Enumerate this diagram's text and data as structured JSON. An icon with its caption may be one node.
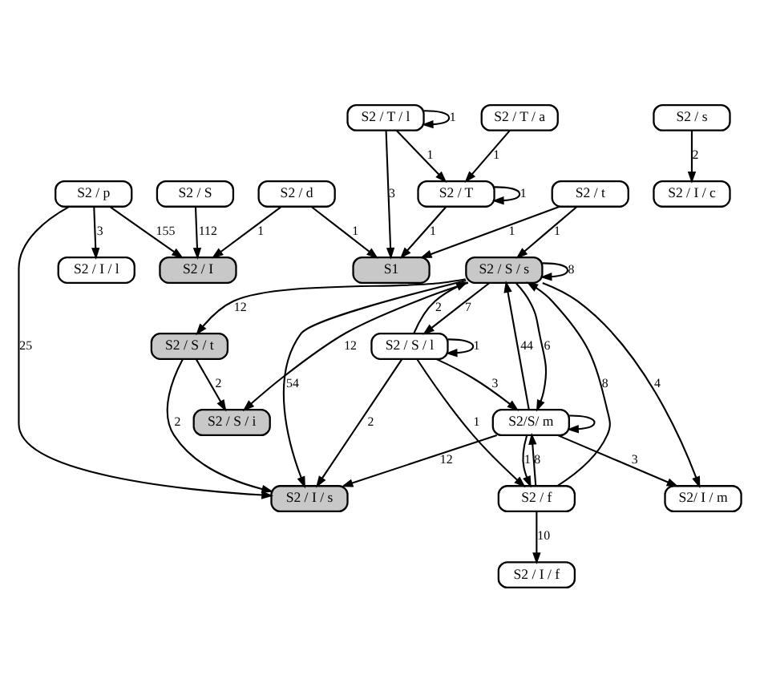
{
  "diagram": {
    "nodes": [
      {
        "text": [
          "S2 / p"
        ]
      },
      {
        "text": [
          "S2 / T / l"
        ]
      },
      {
        "text": [
          "S1"
        ]
      },
      {
        "text": [
          "S2 / T"
        ]
      },
      {
        "text": [
          "S2 / d"
        ]
      },
      {
        "text": [
          "S2 / I"
        ]
      },
      {
        "text": [
          "S2 / T / a"
        ]
      },
      {
        "text": [
          "S2 / t"
        ]
      },
      {
        "text": [
          "S2 / S / s"
        ]
      },
      {
        "text": [
          "S2 / S / i"
        ]
      },
      {
        "text": [
          "S2 / S / t"
        ]
      },
      {
        "text": [
          "S2 / I / s"
        ]
      },
      {
        "text": [
          "S2/S/ m"
        ]
      },
      {
        "text": [
          "S2 / S / l"
        ]
      },
      {
        "text": [
          "S2/ I / m"
        ]
      },
      {
        "text": [
          "S2 / f"
        ]
      },
      {
        "text": [
          "S2 / I / f"
        ]
      },
      {
        "text": [
          "S2 / s"
        ]
      },
      {
        "text": [
          "S2 / S"
        ]
      },
      {
        "text": [
          "S2 / I / l"
        ]
      },
      {
        "text": [
          "S2 / I / c"
        ]
      }
    ],
    "edges": [
      {
        "from": 0,
        "to": 19,
        "arrow": "to",
        "label": "3"
      },
      {
        "from": 0,
        "to": 5,
        "arrow": "to",
        "label": "155"
      },
      {
        "from": 0,
        "to": 11,
        "arrow": "to",
        "label": "25"
      },
      {
        "from": 1,
        "to": 1,
        "arrow": "to",
        "label": "1"
      },
      {
        "from": 1,
        "to": 2,
        "arrow": "to",
        "label": "3"
      },
      {
        "from": 1,
        "to": 3,
        "arrow": "to",
        "label": "1"
      },
      {
        "from": 3,
        "to": 2,
        "arrow": "to",
        "label": "1"
      },
      {
        "from": 3,
        "to": 3,
        "arrow": "to",
        "label": "1"
      },
      {
        "from": 6,
        "to": 3,
        "arrow": "to",
        "label": "1"
      },
      {
        "from": 4,
        "to": 2,
        "arrow": "to",
        "label": "1"
      },
      {
        "from": 4,
        "to": 5,
        "arrow": "to",
        "label": "1"
      },
      {
        "from": 7,
        "to": 2,
        "arrow": "to",
        "label": "1"
      },
      {
        "from": 7,
        "to": 8,
        "arrow": "to",
        "label": "1"
      },
      {
        "from": 8,
        "to": 8,
        "arrow": "to",
        "label": "8"
      },
      {
        "from": 8,
        "to": 9,
        "arrow": "to",
        "label": "12"
      },
      {
        "from": 8,
        "to": 10,
        "arrow": "to",
        "label": "12"
      },
      {
        "from": 8,
        "to": 11,
        "arrow": "to",
        "label": "54"
      },
      {
        "from": 10,
        "to": 9,
        "arrow": "to",
        "label": "2"
      },
      {
        "from": 10,
        "to": 11,
        "arrow": "to",
        "label": "2"
      },
      {
        "from": 12,
        "to": 8,
        "arrow": "to",
        "label": "44"
      },
      {
        "from": 8,
        "to": 12,
        "arrow": "to",
        "label": "6"
      },
      {
        "from": 8,
        "to": 13,
        "arrow": "to",
        "label": "7"
      },
      {
        "from": 13,
        "to": 8,
        "arrow": "to",
        "label": "2"
      },
      {
        "from": 8,
        "to": 14,
        "arrow": "to",
        "label": "4"
      },
      {
        "from": 15,
        "to": 8,
        "arrow": "to",
        "label": "8"
      },
      {
        "from": 13,
        "to": 13,
        "arrow": "to",
        "label": "1"
      },
      {
        "from": 13,
        "to": 12,
        "arrow": "to",
        "label": "3"
      },
      {
        "from": 12,
        "to": 14,
        "arrow": "to",
        "label": "3"
      },
      {
        "from": 13,
        "to": 11,
        "arrow": "to",
        "label": "2"
      },
      {
        "from": 13,
        "to": 15,
        "arrow": "to",
        "label": "1"
      },
      {
        "from": 12,
        "to": 12,
        "arrow": "to"
      },
      {
        "from": 12,
        "to": 11,
        "arrow": "to",
        "label": "12"
      },
      {
        "from": 12,
        "to": 15,
        "arrow": "to",
        "label": "1"
      },
      {
        "from": 15,
        "to": 12,
        "arrow": "to",
        "label": "8"
      },
      {
        "from": 15,
        "to": 16,
        "arrow": "to",
        "label": "10"
      },
      {
        "from": 18,
        "to": 5,
        "arrow": "to",
        "label": "112"
      },
      {
        "from": 17,
        "to": 20,
        "arrow": "to",
        "label": "2"
      }
    ]
  }
}
